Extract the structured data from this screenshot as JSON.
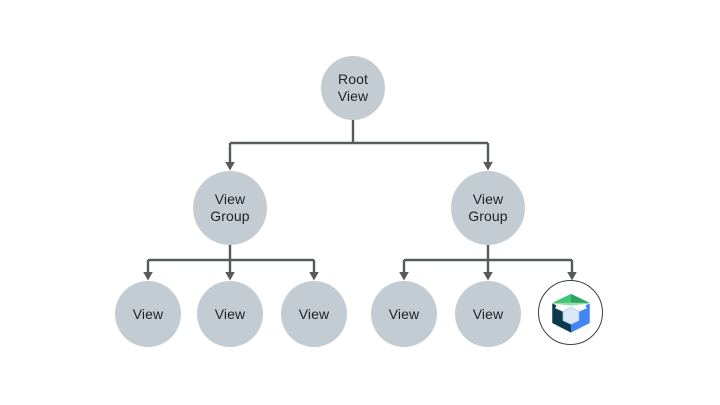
{
  "diagram": {
    "type": "tree",
    "nodes": {
      "root": {
        "label": "Root View",
        "children": [
          "group_left",
          "group_right"
        ]
      },
      "group_left": {
        "label": "View Group",
        "children": [
          "view_l1",
          "view_l2",
          "view_l3"
        ]
      },
      "group_right": {
        "label": "View Group",
        "children": [
          "view_r1",
          "view_r2",
          "compose"
        ]
      },
      "view_l1": {
        "label": "View"
      },
      "view_l2": {
        "label": "View"
      },
      "view_l3": {
        "label": "View"
      },
      "view_r1": {
        "label": "View"
      },
      "view_r2": {
        "label": "View"
      },
      "compose": {
        "icon": "jetpack-compose-logo"
      }
    },
    "colors": {
      "background": "#FFFFFF",
      "node_fill": "#C3CCD2",
      "node_text": "#1F2327",
      "connector": "#565B5E",
      "compose": {
        "circle_stroke": "#3A3F42",
        "roof_left": "#41C473",
        "roof_right": "#2CA45C",
        "roof_bevel": "#93DCA9",
        "face_left": "#0C3A4A",
        "face_right": "#4285F4",
        "hex_fill": "#D9E8F7",
        "hex_stroke": "#A9C7F0",
        "gap": "#FFFFFF"
      }
    }
  }
}
